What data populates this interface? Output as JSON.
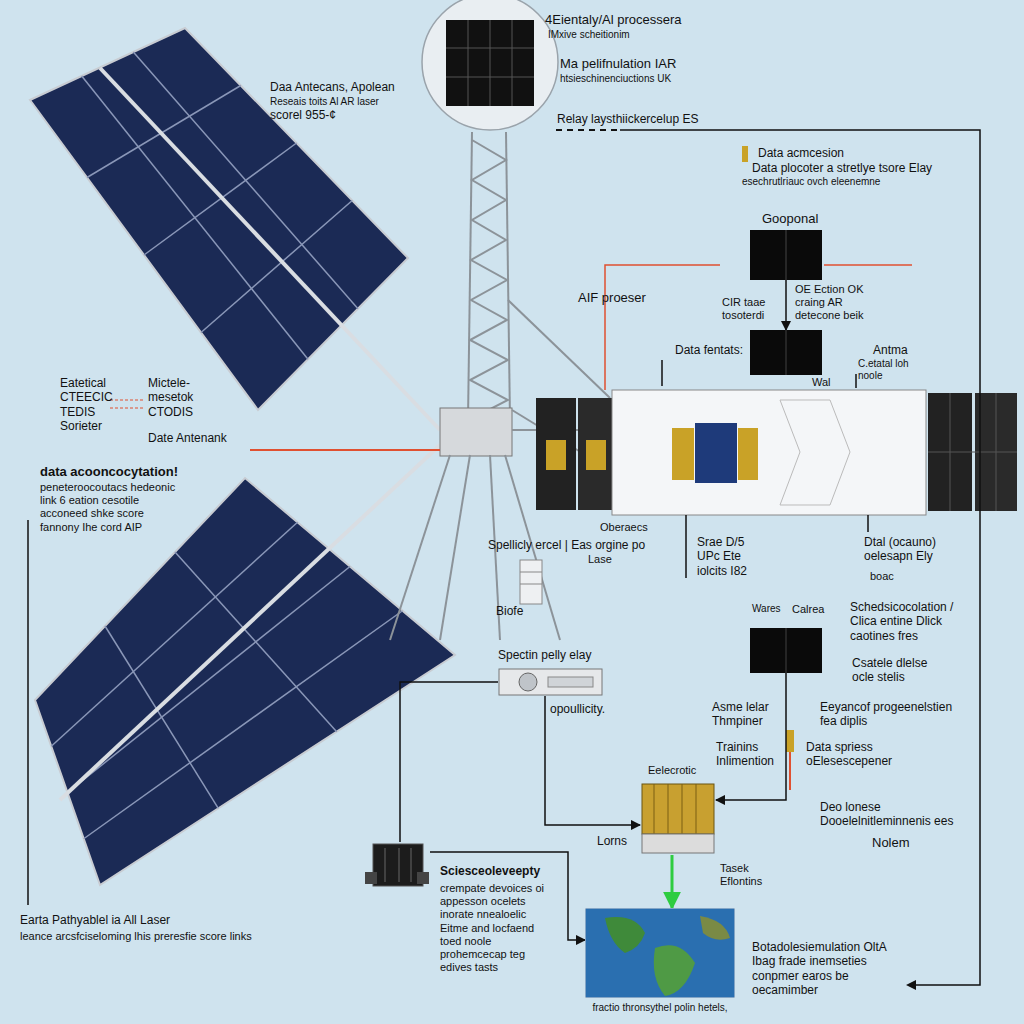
{
  "diagram": {
    "nodes": [
      {
        "text": [
          "Gooponal"
        ]
      },
      {
        "text": [
          "OE Ection OK craing AR detecone beik"
        ]
      },
      {
        "text": [
          "Schedsicocolation / Clica entine Dlick caotines fres"
        ]
      },
      {
        "text": [
          "Spectin pelly elay"
        ]
      },
      {
        "text": [
          "Eelecrotic"
        ]
      },
      {
        "text": [
          "Sciesceoleveepty",
          "crempate devoices oi appesson ocelets inorate nnealoelic Eitme and locfaend toed noole prohemcecap teg edives tasts"
        ]
      },
      {
        "text": [
          "fractio thronsythel polin hetels,"
        ]
      }
    ],
    "edges": [
      {
        "from": 0,
        "to": 1,
        "arrow": "to"
      },
      {
        "from": 2,
        "to": 4,
        "arrow": "to"
      },
      {
        "from": 3,
        "to": 4,
        "arrow": "to"
      },
      {
        "from": 3,
        "to": 5,
        "arrow": "none"
      },
      {
        "from": 5,
        "to": 6,
        "arrow": "to"
      },
      {
        "from": 4,
        "to": 6,
        "arrow": "to"
      }
    ],
    "labels": [
      "Daa Antecans, Apolean",
      "Reseais toits Al AR laser",
      "scorel 955-¢",
      "4Eientaly/Al processera",
      "IMxive scheitionim",
      "Ma pelifnulation IAR",
      "htsieschinenciuctions UK",
      "Relay laysthiickercelup ES",
      "Data acmcesion",
      "Data plocoter a stretlye tsore Elay",
      "esechrutlriauc ovch eleenemne",
      "AIF proeser",
      "CIR taae tosoterdi",
      "Data fentats:",
      "Antma",
      "C.etatal loh noole",
      "Wal",
      "Eatetical CTEECIC TEDIS Sorieter",
      "Mictele- mesetok CTODIS",
      "Date Antenank",
      "data acooncocytation!",
      "peneteroocoutacs hedeonic link 6 eation cesotile acconeed shke score fannony Ihe cord AIP",
      "Spellicly ercel | Eas orgine po",
      "Lase",
      "Oberaecs",
      "Srae D/5 UPc Ete iolcits I82",
      "Dtal (ocauno) oelesapn Ely",
      "boac",
      "Biofe",
      "Wares",
      "Calrea",
      "Csatele dlelse ocle stelis",
      "Asme lelar Thmpiner",
      "Eeyancof progeenelstien fea diplis",
      "Trainins Inlimention",
      "Data spriess oElesescepener",
      "Deo lonese Dooelelnitleminnenis ees",
      "Nolem",
      "Lorns",
      "Tasek Eflontins",
      "Earta Pathyablel ia All Laser",
      "leance arcsfciseloming lhis preresfie score links",
      "Botadolesiemulation OltA Ibag frade inemseties conpmer earos be oecamimber",
      "opoullicity."
    ]
  }
}
